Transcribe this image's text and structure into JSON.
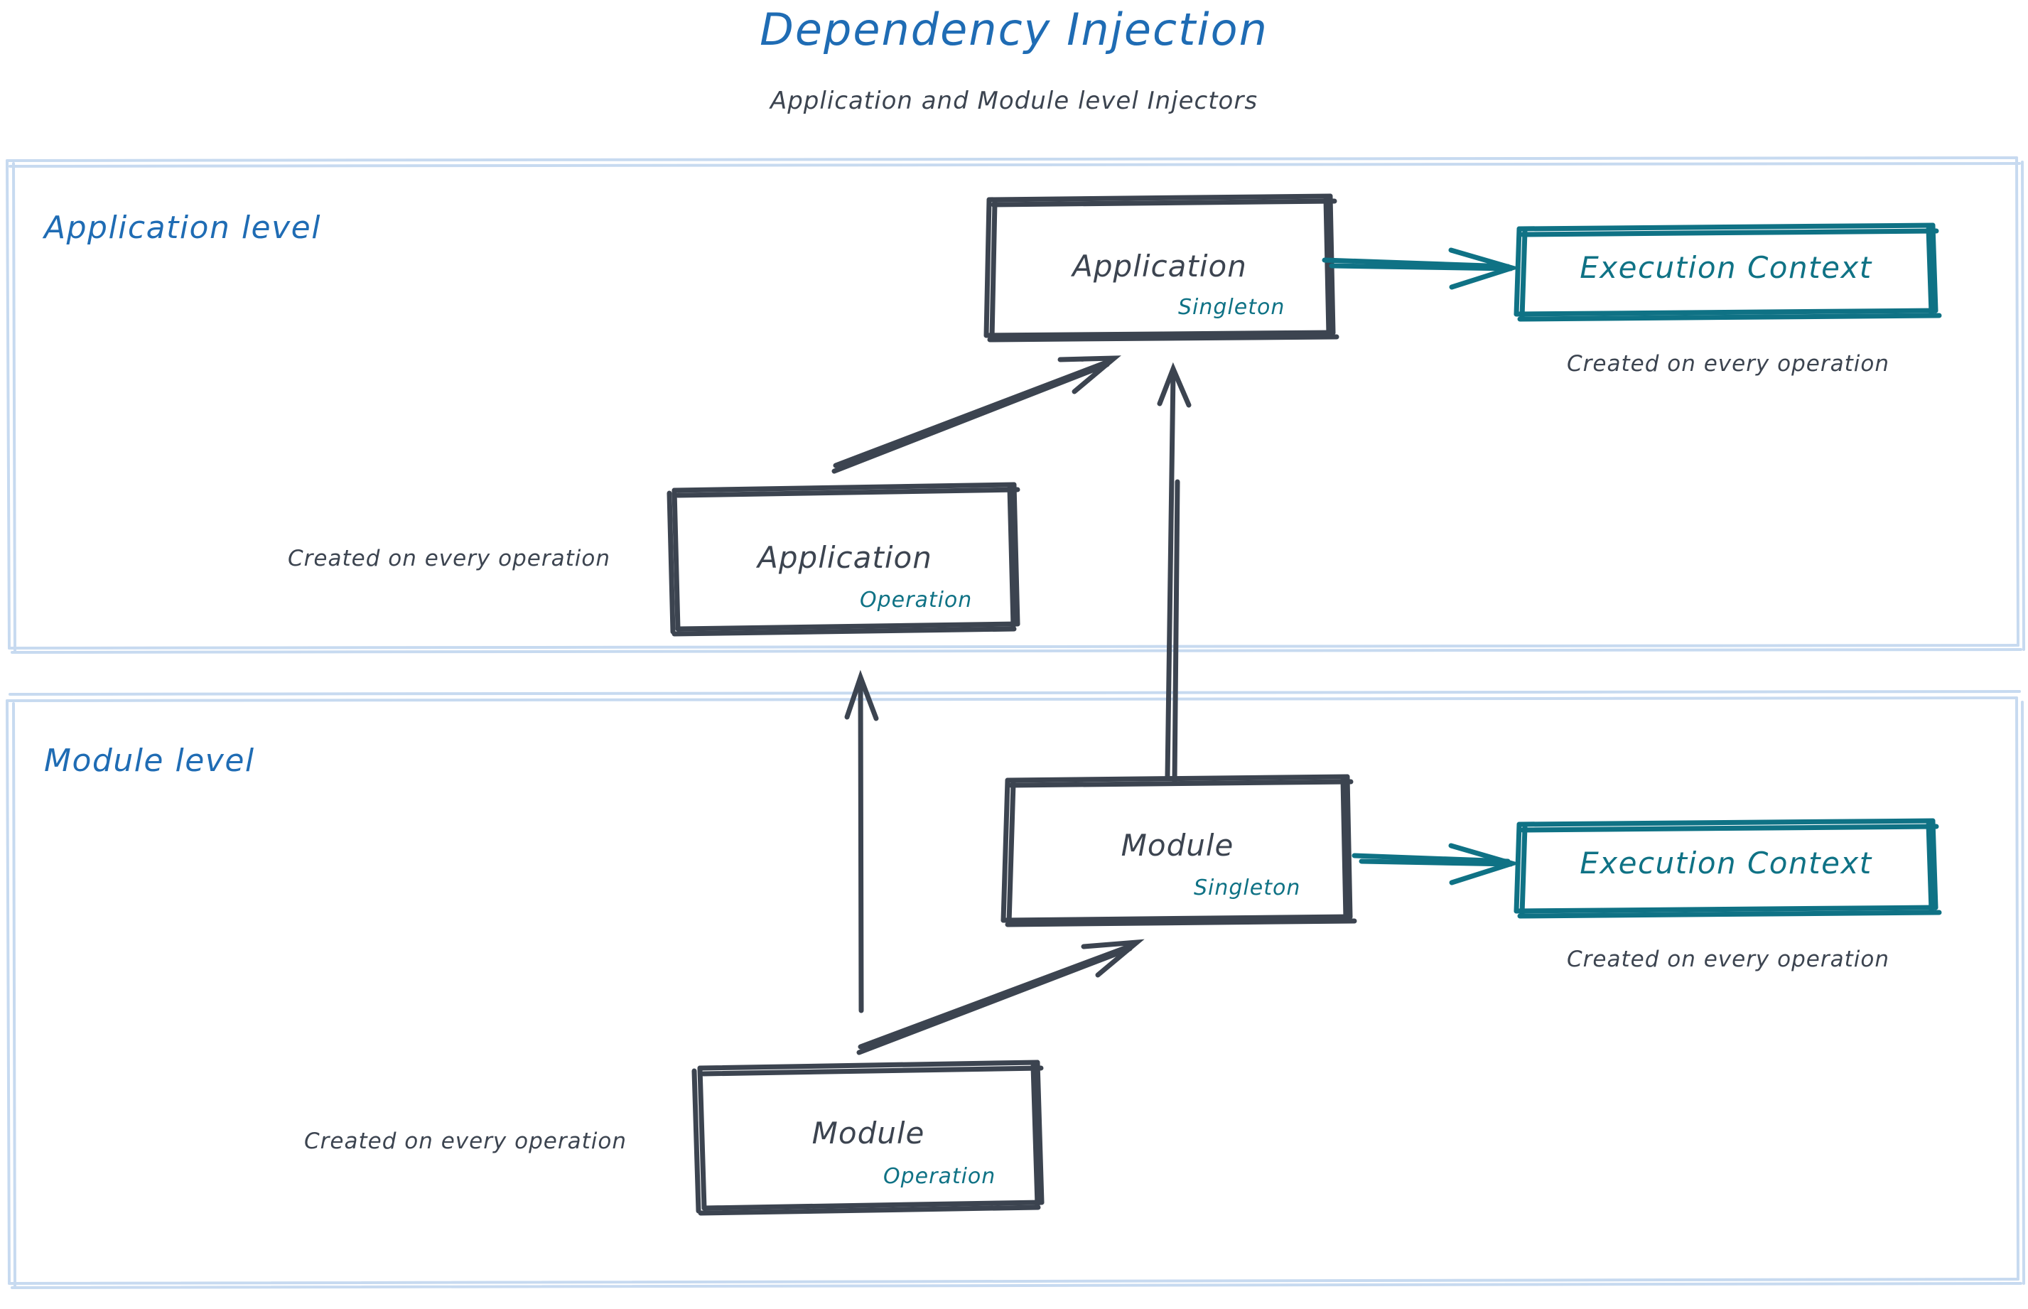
{
  "header": {
    "title": "Dependency Injection",
    "subtitle": "Application and Module level Injectors"
  },
  "colors": {
    "title_blue": "#1f6cb4",
    "lane_border": "#c7daf0",
    "ink_dark": "#3c4450",
    "teal": "#0f7285"
  },
  "lanes": [
    {
      "id": "application-level",
      "label": "Application level"
    },
    {
      "id": "module-level",
      "label": "Module level"
    }
  ],
  "nodes": {
    "application_singleton": {
      "title": "Application",
      "scope": "Singleton"
    },
    "application_operation": {
      "title": "Application",
      "scope": "Operation"
    },
    "module_singleton": {
      "title": "Module",
      "scope": "Singleton"
    },
    "module_operation": {
      "title": "Module",
      "scope": "Operation"
    },
    "execution_context_app": {
      "title": "Execution Context"
    },
    "execution_context_module": {
      "title": "Execution Context"
    }
  },
  "notes": {
    "app_exec_note": "Created on every operation",
    "app_operation_note": "Created on every operation",
    "module_exec_note": "Created on every operation",
    "module_operation_note": "Created on every operation"
  },
  "edges": [
    {
      "id": "app-singleton-to-exec-context",
      "from": "application_singleton",
      "to": "execution_context_app",
      "style": "teal-arrow"
    },
    {
      "id": "app-operation-to-app-singleton",
      "from": "application_operation",
      "to": "application_singleton",
      "style": "dark-arrow"
    },
    {
      "id": "module-singleton-to-app-singleton",
      "from": "module_singleton",
      "to": "application_singleton",
      "style": "dark-arrow"
    },
    {
      "id": "module-singleton-to-exec-context",
      "from": "module_singleton",
      "to": "execution_context_module",
      "style": "teal-arrow"
    },
    {
      "id": "module-operation-to-module-singleton",
      "from": "module_operation",
      "to": "module_singleton",
      "style": "dark-arrow"
    },
    {
      "id": "module-operation-to-app-operation",
      "from": "module_operation",
      "to": "application_operation",
      "style": "dark-arrow"
    }
  ]
}
